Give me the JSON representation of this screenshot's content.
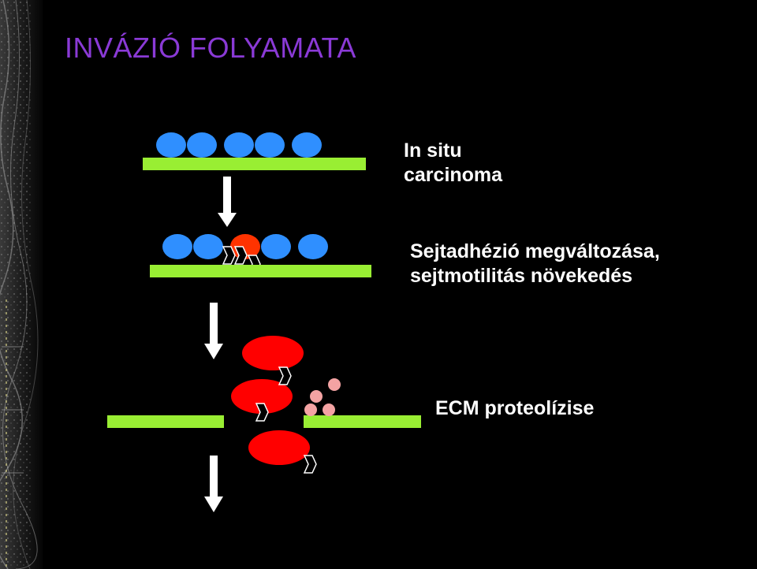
{
  "slide": {
    "title": "INVÁZIÓ FOLYAMATA",
    "steps": [
      {
        "id": "in-situ",
        "lines": [
          "In situ",
          "carcinoma"
        ]
      },
      {
        "id": "adhesion",
        "lines": [
          "Sejtadhézió megváltozása,",
          "sejtmotilitás növekedés"
        ]
      },
      {
        "id": "proteolysis",
        "lines": [
          "ECM proteolízise"
        ]
      }
    ]
  },
  "colors": {
    "background": "#000000",
    "title": "#8a3ad6",
    "text": "#ffffff",
    "membrane": "#99ee33",
    "normal_cell": "#2f8fff",
    "tumor_cell": "#ff0000",
    "changing_cell": "#ff3300",
    "enzyme": "#f4a3a3",
    "arrow": "#ffffff"
  },
  "icons": {
    "motility": "chevron-icon",
    "progression": "down-arrow-icon"
  }
}
